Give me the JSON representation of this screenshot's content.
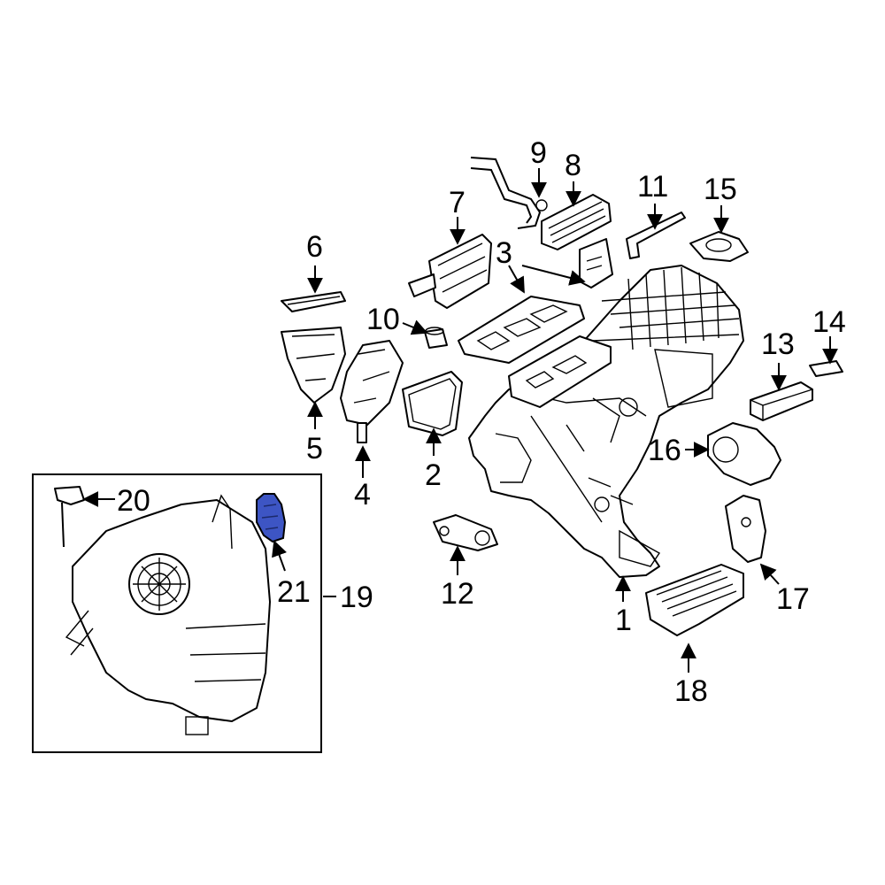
{
  "highlight_color": "#3d55c4",
  "callouts": {
    "c1": "1",
    "c2": "2",
    "c3": "3",
    "c4": "4",
    "c5": "5",
    "c6": "6",
    "c7": "7",
    "c8": "8",
    "c9": "9",
    "c10": "10",
    "c11": "11",
    "c12": "12",
    "c13": "13",
    "c14": "14",
    "c15": "15",
    "c16": "16",
    "c17": "17",
    "c18": "18",
    "c19": "19",
    "c20": "20",
    "c21": "21"
  }
}
